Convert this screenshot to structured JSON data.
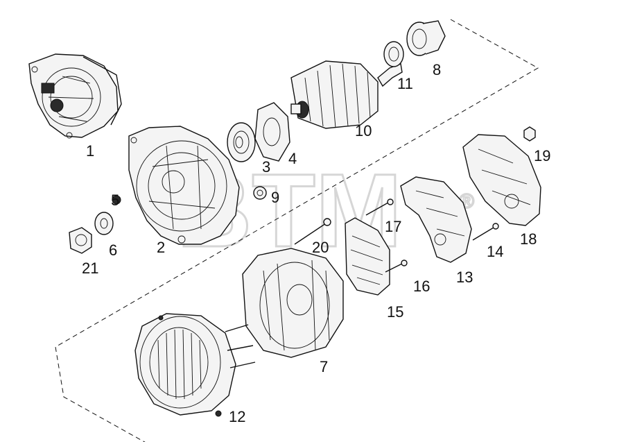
{
  "watermark": {
    "text": "BTM",
    "registered": "®"
  },
  "callouts": [
    "1",
    "2",
    "3",
    "4",
    "5",
    "6",
    "7",
    "8",
    "9",
    "10",
    "11",
    "12",
    "13",
    "14",
    "15",
    "16",
    "17",
    "18",
    "19",
    "20",
    "21"
  ]
}
